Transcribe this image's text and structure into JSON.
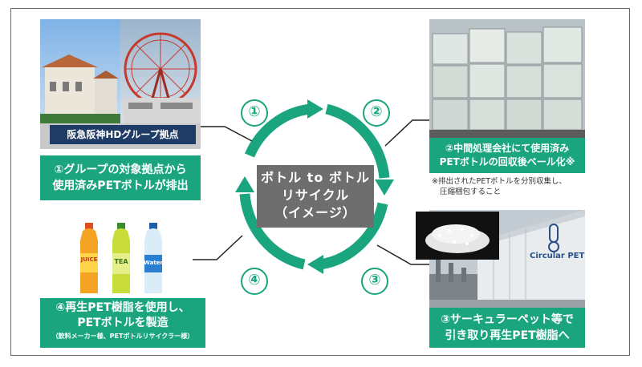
{
  "diagram": {
    "center_label_lines": [
      "ボトル to ボトル",
      "リサイクル",
      "（イメージ）"
    ],
    "step_numbers": [
      "①",
      "②",
      "③",
      "④"
    ],
    "step1": {
      "sign": "阪急阪神HDグループ拠点",
      "caption_lines": [
        "①グループの対象拠点から",
        "使用済みPETボトルが排出"
      ]
    },
    "step2": {
      "caption_lines": [
        "②中間処理会社にて使用済み",
        "PETボトルの回収後ベール化※"
      ],
      "note_lines": [
        "※排出されたPETボトルを分別収集し、",
        "圧縮梱包すること"
      ]
    },
    "step3": {
      "building_sign": "Circular PET",
      "caption_lines": [
        "③サーキュラーペット等で",
        "引き取り再生PET樹脂へ"
      ]
    },
    "step4": {
      "bottle_labels": [
        "JUICE",
        "TEA",
        "Water"
      ],
      "caption_lines": [
        "④再生PET樹脂を使用し、",
        "PETボトルを製造"
      ],
      "sub_caption": "（飲料メーカー様、PETボトルリサイクラー様）"
    },
    "colors": {
      "accent": "#1aa57f",
      "center_box": "#6e6e6e",
      "sign": "#1f3c66"
    }
  }
}
